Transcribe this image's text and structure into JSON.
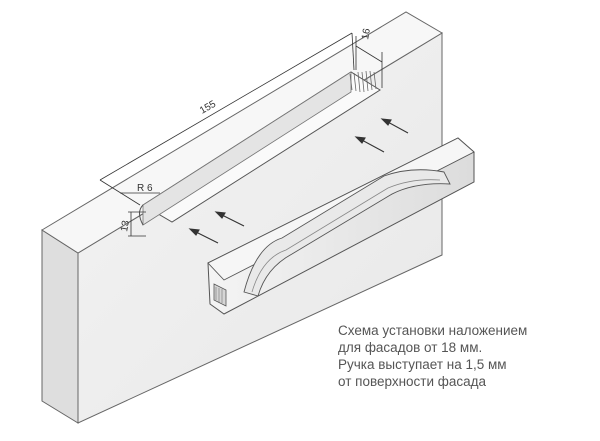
{
  "dimensions": {
    "length": "155",
    "depth": "16",
    "radius": "R 6",
    "height": "13"
  },
  "caption": {
    "line1": "Схема установки наложением",
    "line2": "для фасадов от 18 мм.",
    "line3": "Ручка выступает на 1,5 мм",
    "line4": "от поверхности фасада"
  },
  "colors": {
    "panel_front": "#eeeeee",
    "panel_side": "#e2e2e2",
    "panel_top": "#f6f6f6",
    "outline": "#555555",
    "caption_text": "#555555"
  }
}
